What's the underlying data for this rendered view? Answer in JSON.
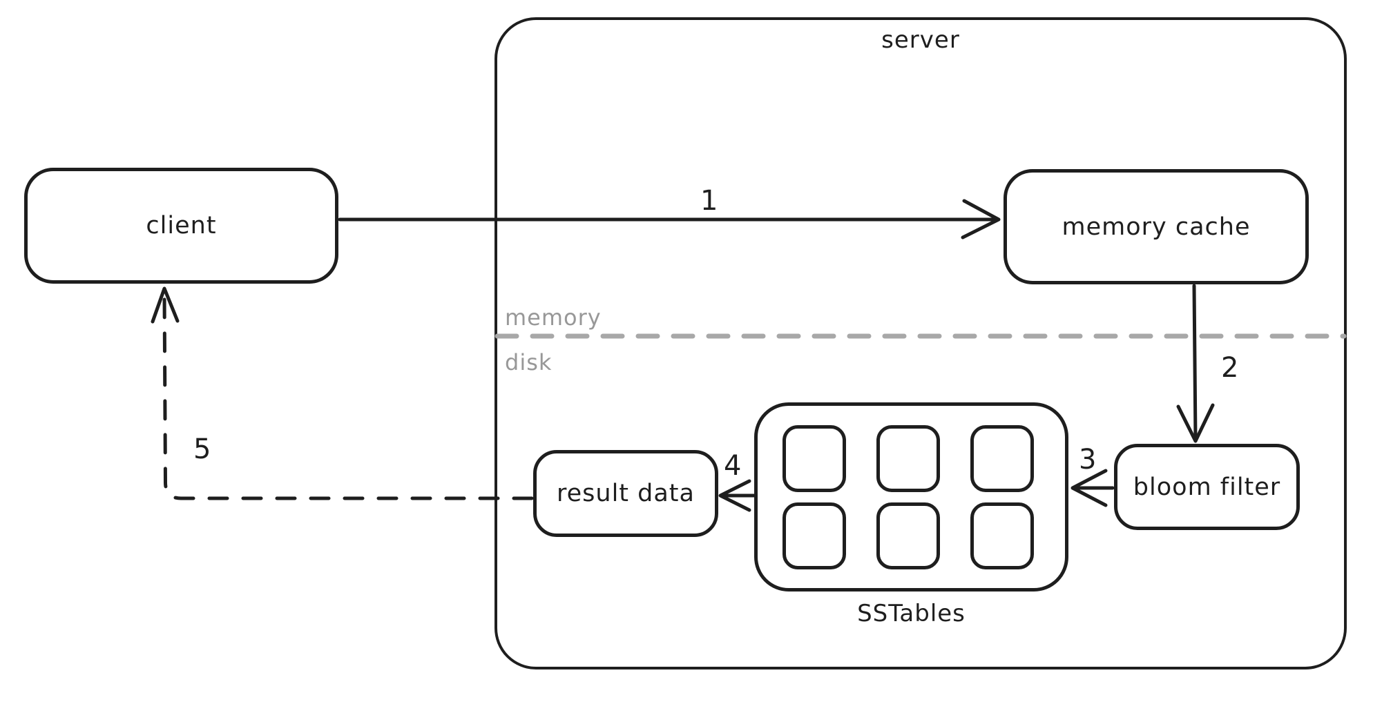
{
  "diagram": {
    "container_label": "server",
    "nodes": {
      "client": {
        "label": "client"
      },
      "memory_cache": {
        "label": "memory cache"
      },
      "bloom_filter": {
        "label": "bloom filter"
      },
      "result_data": {
        "label": "result data"
      },
      "sstables": {
        "label": "SSTables",
        "segment_count": 6
      }
    },
    "regions": {
      "memory": {
        "label": "memory"
      },
      "disk": {
        "label": "disk"
      }
    },
    "edges": [
      {
        "step": "1",
        "from": "client",
        "to": "memory cache",
        "style": "solid"
      },
      {
        "step": "2",
        "from": "memory cache",
        "to": "bloom filter",
        "style": "solid"
      },
      {
        "step": "3",
        "from": "bloom filter",
        "to": "SSTables",
        "style": "solid"
      },
      {
        "step": "4",
        "from": "SSTables",
        "to": "result data",
        "style": "solid"
      },
      {
        "step": "5",
        "from": "result data",
        "to": "client",
        "style": "dashed"
      }
    ],
    "colors": {
      "stroke": "#1e1e1e",
      "muted_gray": "#989898",
      "divider_gray": "#a8a8a8",
      "background": "#ffffff"
    }
  }
}
